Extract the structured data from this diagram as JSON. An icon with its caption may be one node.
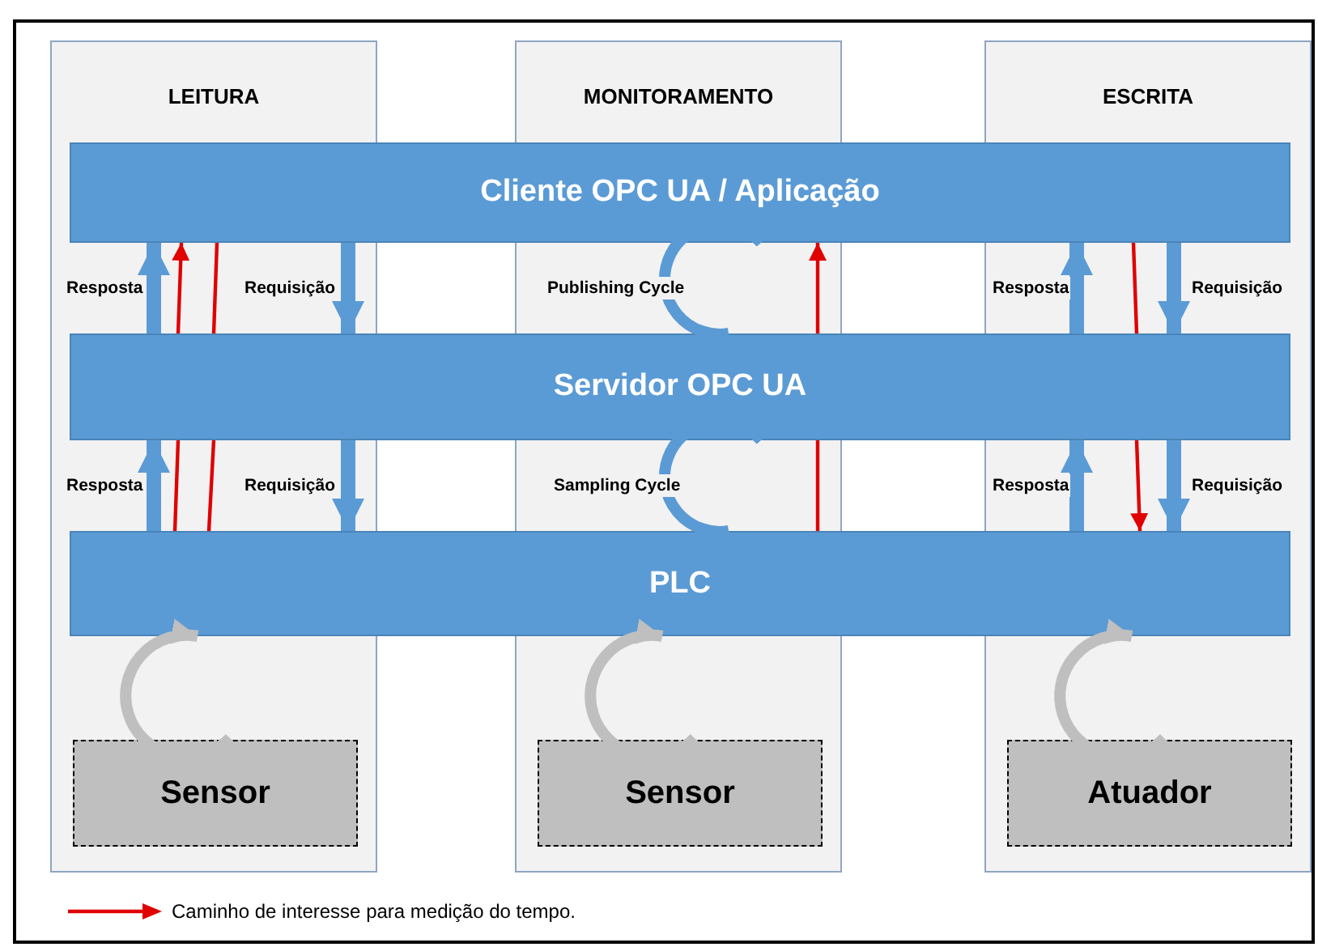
{
  "diagram": {
    "nodes": [
      {
        "text": [
          "LEITURA"
        ]
      },
      {
        "text": [
          "MONITORAMENTO"
        ]
      },
      {
        "text": [
          "ESCRITA"
        ]
      },
      {
        "text": [
          "Cliente OPC UA / Aplicação"
        ]
      },
      {
        "text": [
          "Servidor OPC UA"
        ]
      },
      {
        "text": [
          "PLC"
        ]
      },
      {
        "text": [
          "Sensor"
        ],
        "in": 0
      },
      {
        "text": [
          "Sensor"
        ],
        "in": 1
      },
      {
        "text": [
          "Atuador"
        ],
        "in": 2
      }
    ],
    "edges": [
      {
        "from": 4,
        "to": 3,
        "arrow": "to",
        "label": "Resposta"
      },
      {
        "from": 3,
        "to": 4,
        "arrow": "to",
        "label": "Requisição"
      },
      {
        "from": 5,
        "to": 4,
        "arrow": "to",
        "label": "Resposta"
      },
      {
        "from": 4,
        "to": 5,
        "arrow": "to",
        "label": "Requisição"
      },
      {
        "from": 4,
        "to": 3,
        "arrow": "both",
        "label": "Publishing Cycle"
      },
      {
        "from": 5,
        "to": 4,
        "arrow": "both",
        "label": "Sampling Cycle"
      },
      {
        "from": 4,
        "to": 3,
        "arrow": "to",
        "label": "Resposta"
      },
      {
        "from": 3,
        "to": 4,
        "arrow": "to",
        "label": "Requisição"
      },
      {
        "from": 5,
        "to": 4,
        "arrow": "to",
        "label": "Resposta"
      },
      {
        "from": 4,
        "to": 5,
        "arrow": "to",
        "label": "Requisição"
      },
      {
        "from": 5,
        "to": 6,
        "arrow": "both",
        "color": "#bfbfbf"
      },
      {
        "from": 5,
        "to": 7,
        "arrow": "both",
        "color": "#bfbfbf"
      },
      {
        "from": 5,
        "to": 8,
        "arrow": "both",
        "color": "#bfbfbf"
      },
      {
        "from": 3,
        "to": 4,
        "arrow": "none",
        "color": "#e00000"
      },
      {
        "from": 4,
        "to": 5,
        "arrow": "none",
        "color": "#e00000"
      },
      {
        "from": 5,
        "to": 4,
        "arrow": "none",
        "color": "#e00000"
      },
      {
        "from": 4,
        "to": 3,
        "arrow": "to",
        "color": "#e00000"
      },
      {
        "from": 5,
        "to": 4,
        "arrow": "none",
        "color": "#e00000"
      },
      {
        "from": 4,
        "to": 3,
        "arrow": "to",
        "color": "#e00000"
      },
      {
        "from": 3,
        "to": 4,
        "arrow": "none",
        "color": "#e00000"
      },
      {
        "from": 4,
        "to": 5,
        "arrow": "to",
        "color": "#e00000"
      }
    ],
    "legend": [
      {
        "text": "Caminho de interesse para medição do tempo."
      }
    ]
  }
}
